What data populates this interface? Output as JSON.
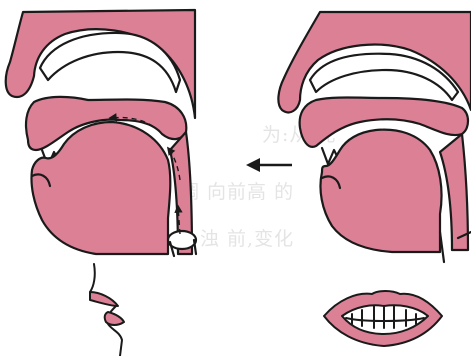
{
  "diagram": {
    "bleed_through_lines": [
      "为:从 元",
      "调 向前高 的",
      "浊 前,变化"
    ],
    "colors": {
      "tissue": "#dc8096",
      "outline": "#1a1a1a",
      "background": "#ffffff",
      "teeth": "#ffffff",
      "bleed_text": "#d7d7d7"
    },
    "panels": [
      {
        "name": "left-sagittal-section",
        "airflow": "curved arrows rising along throat and over tongue"
      },
      {
        "name": "right-sagittal-section",
        "airflow": "none"
      }
    ],
    "transition_arrow": "points-left"
  }
}
